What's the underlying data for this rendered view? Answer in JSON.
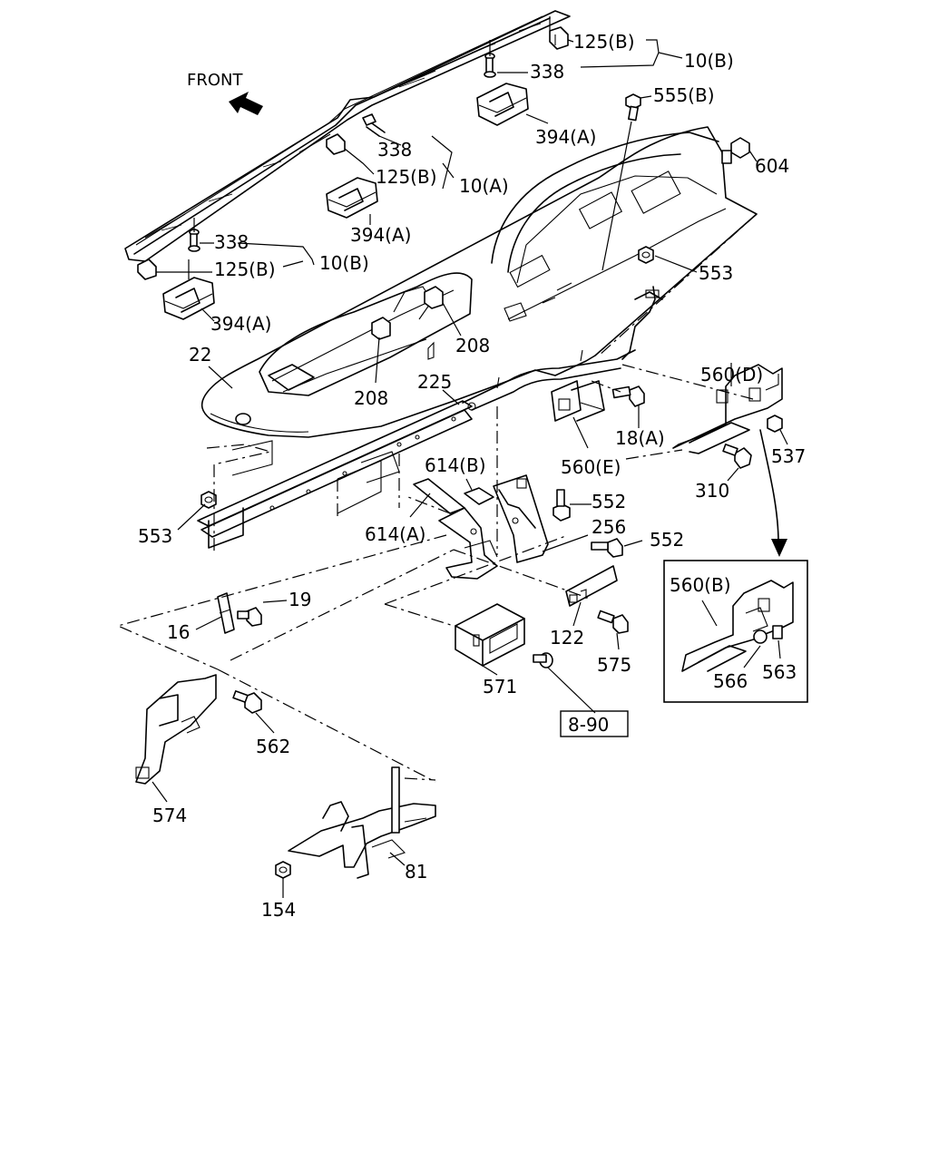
{
  "direction": {
    "label": "FRONT"
  },
  "labels": {
    "p125b_top": "125(B)",
    "p10b_top": "10(B)",
    "p338_top": "338",
    "p555b": "555(B)",
    "p394a_top": "394(A)",
    "p604": "604",
    "p338_mid": "338",
    "p125b_mid": "125(B)",
    "p10a": "10(A)",
    "p394a_mid": "394(A)",
    "p338_left": "338",
    "p125b_left": "125(B)",
    "p10b_left": "10(B)",
    "p394a_left": "394(A)",
    "p553_right": "553",
    "p208_top": "208",
    "p22": "22",
    "p208_bottom": "208",
    "p225": "225",
    "p560d": "560(D)",
    "p18a": "18(A)",
    "p537": "537",
    "p560e": "560(E)",
    "p614b": "614(B)",
    "p310": "310",
    "p552_top": "552",
    "p256": "256",
    "p553_left": "553",
    "p614a": "614(A)",
    "p552_right": "552",
    "p560b": "560(B)",
    "p19": "19",
    "p16": "16",
    "p122": "122",
    "p575": "575",
    "p566": "566",
    "p563": "563",
    "p571": "571",
    "p562": "562",
    "p574": "574",
    "p81": "81",
    "p154": "154"
  },
  "reference_box": {
    "label": "8-90"
  }
}
